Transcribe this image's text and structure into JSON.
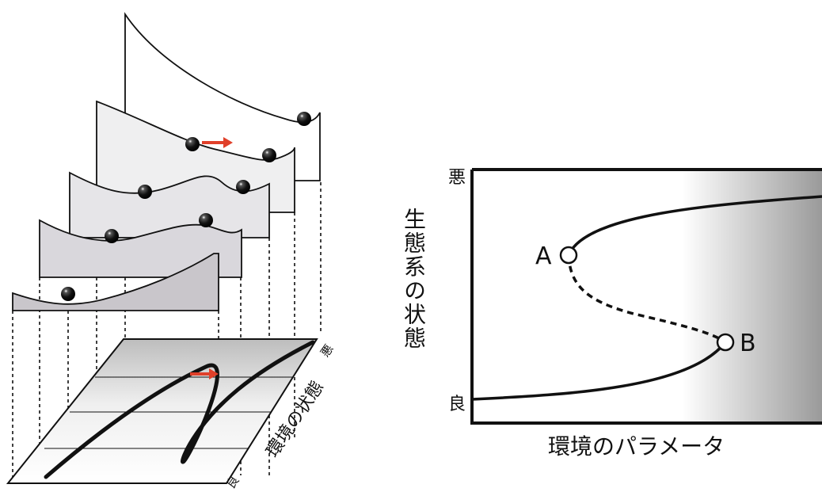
{
  "left_figure": {
    "axis_top_label": "悪",
    "axis_bottom_label": "良",
    "axis_title": "環境の状態"
  },
  "right_figure": {
    "y_top_label": "悪",
    "y_bottom_label": "良",
    "y_title": "生態系の状態",
    "x_title": "環境のパラメータ",
    "point_a_label": "A",
    "point_b_label": "B"
  },
  "colors": {
    "ink": "#111111",
    "arrow": "#e0402a",
    "panel_fills": [
      "#c9c6cb",
      "#d9d7dc",
      "#e6e5e8",
      "#efeff0",
      "#ffffff"
    ]
  }
}
